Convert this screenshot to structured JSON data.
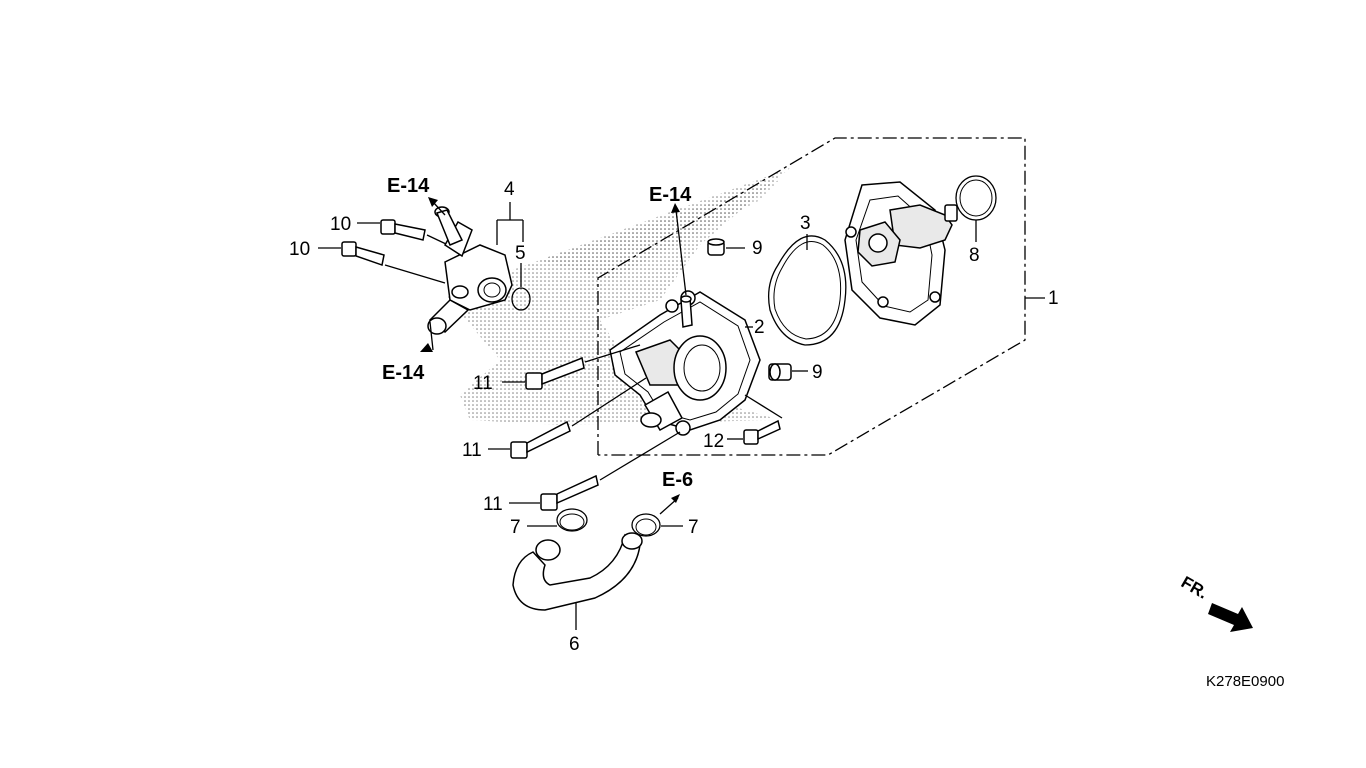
{
  "labels": {
    "p1": "1",
    "p2": "2",
    "p3": "3",
    "p4": "4",
    "p5": "5",
    "p6": "6",
    "p7a": "7",
    "p7b": "7",
    "p8": "8",
    "p9a": "9",
    "p9b": "9",
    "p10a": "10",
    "p10b": "10",
    "p11a": "11",
    "p11b": "11",
    "p11c": "11",
    "p12": "12"
  },
  "refs": {
    "r1": "E-14",
    "r2": "E-14",
    "r3": "E-14",
    "r4": "E-6"
  },
  "direction": "FR.",
  "diagram_code": "K278E0900"
}
